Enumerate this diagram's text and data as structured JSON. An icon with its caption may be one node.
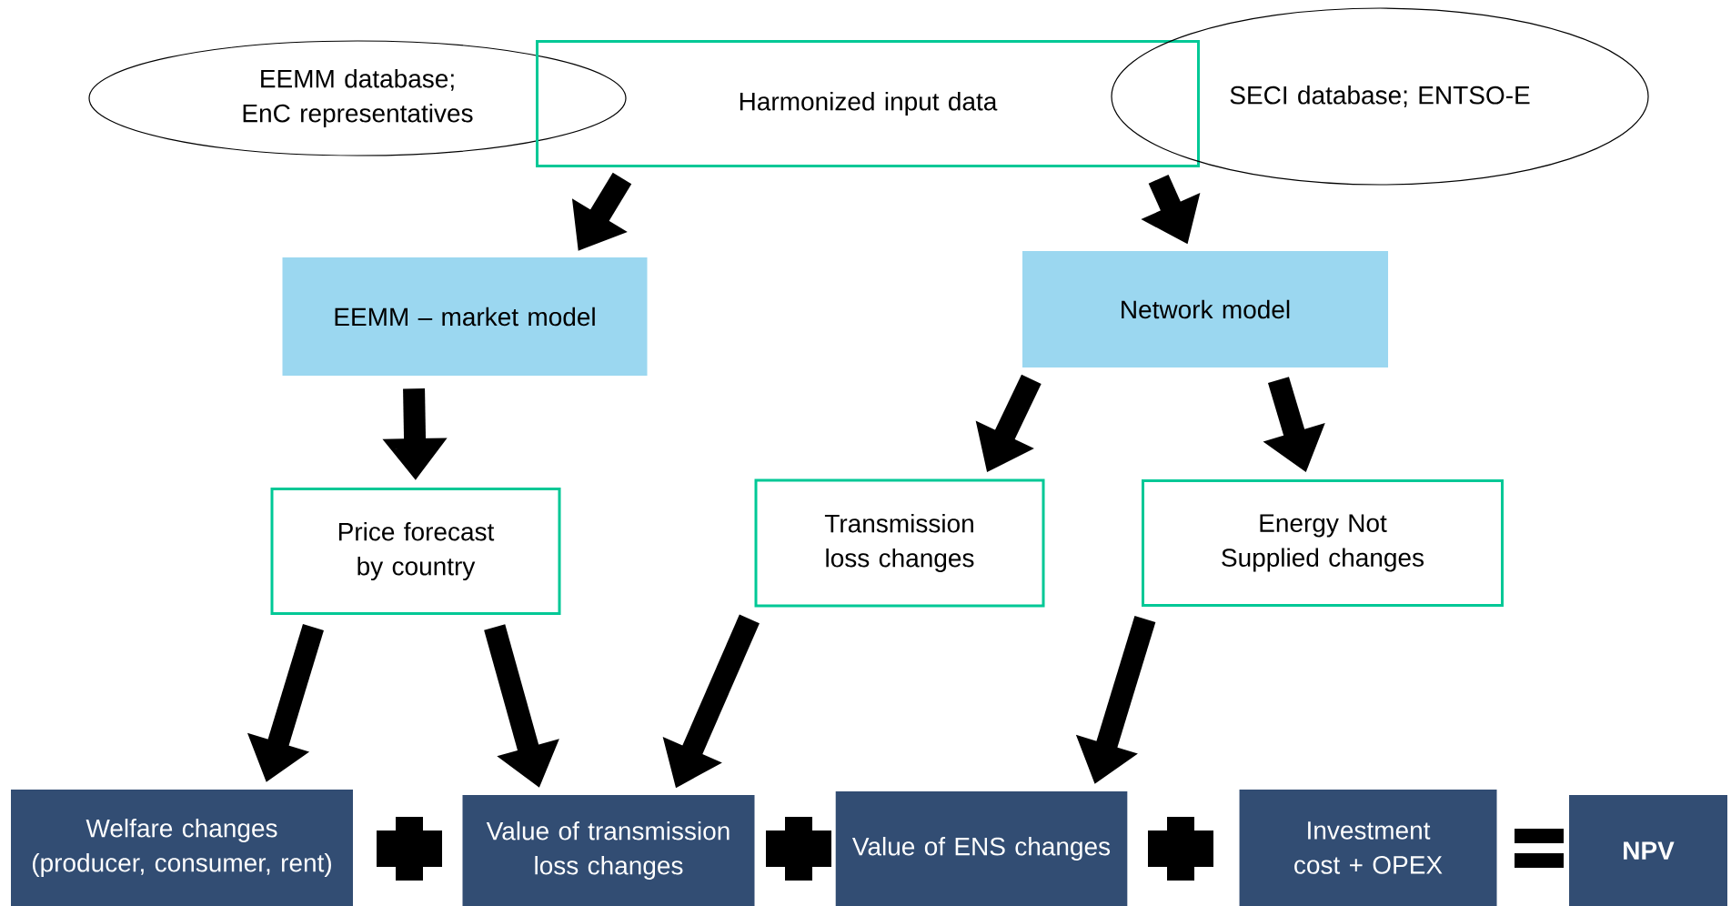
{
  "diagram": {
    "nodes": [
      {
        "text": [
          "EEMM database; EnC representatives"
        ]
      },
      {
        "text": [
          "Harmonized input data"
        ]
      },
      {
        "text": [
          "SECI database; ENTSO-E"
        ]
      },
      {
        "text": [
          "EEMM – market model"
        ]
      },
      {
        "text": [
          "Network model"
        ]
      },
      {
        "text": [
          "Price forecast by country"
        ]
      },
      {
        "text": [
          "Transmission loss changes"
        ]
      },
      {
        "text": [
          "Energy Not Supplied changes"
        ]
      },
      {
        "text": [
          "Welfare changes (producer, consumer, rent)"
        ]
      },
      {
        "text": [
          "Value of transmission loss changes"
        ]
      },
      {
        "text": [
          "Value of ENS changes"
        ]
      },
      {
        "text": [
          "Investment cost + OPEX"
        ]
      },
      {
        "text": [
          "**NPV**"
        ]
      }
    ],
    "edges": [
      {
        "from": 1,
        "to": 3,
        "arrow": "to"
      },
      {
        "from": 1,
        "to": 4,
        "arrow": "to"
      },
      {
        "from": 3,
        "to": 5,
        "arrow": "to"
      },
      {
        "from": 4,
        "to": 6,
        "arrow": "to"
      },
      {
        "from": 4,
        "to": 7,
        "arrow": "to"
      },
      {
        "from": 5,
        "to": 8,
        "arrow": "to"
      },
      {
        "from": 5,
        "to": 9,
        "arrow": "to"
      },
      {
        "from": 6,
        "to": 9,
        "arrow": "to"
      },
      {
        "from": 7,
        "to": 10,
        "arrow": "to"
      }
    ]
  }
}
